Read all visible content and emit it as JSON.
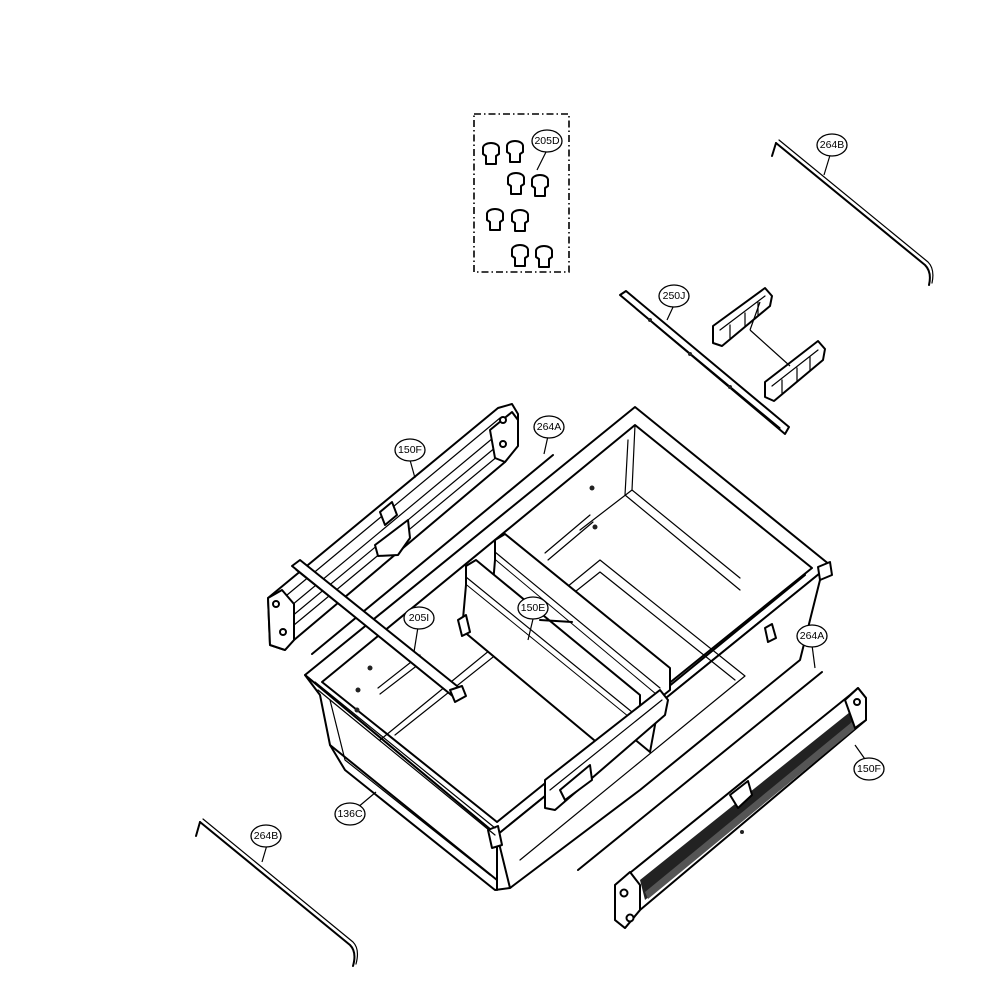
{
  "callouts": {
    "c205D": "205D",
    "c264B_top": "264B",
    "c250J": "250J",
    "c264A_left": "264A",
    "c150F_left": "150F",
    "c150E": "150E",
    "c205I": "205I",
    "c264A_right": "264A",
    "c150F_right": "150F",
    "c136C": "136C",
    "c264B_bottom": "264B"
  }
}
